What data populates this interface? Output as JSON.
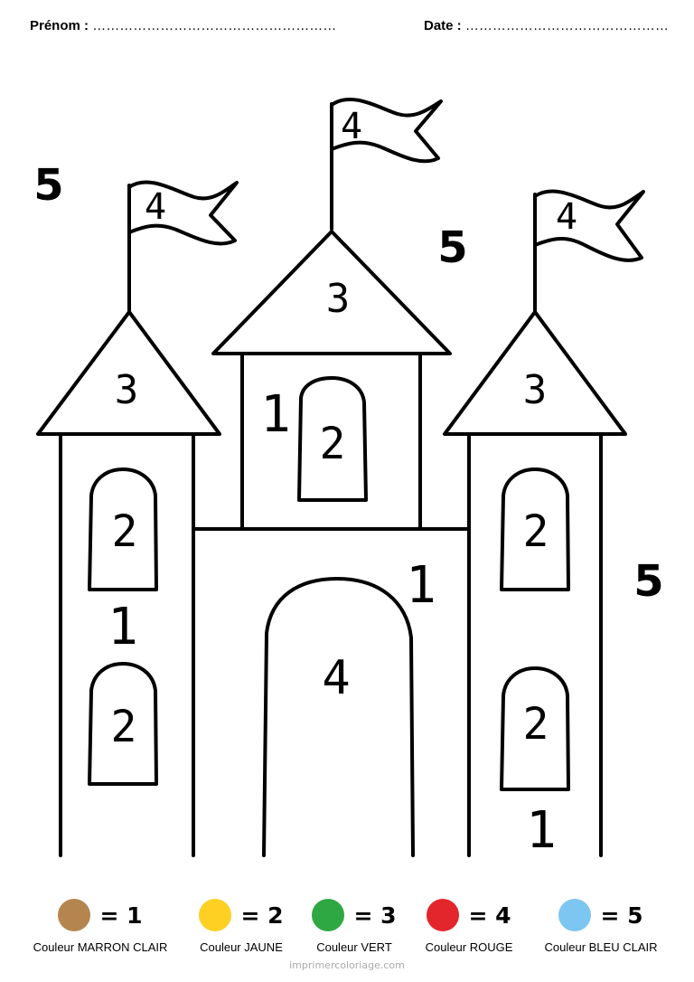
{
  "header": {
    "prenom_label": "Prénom :",
    "prenom_dots": "………………………………………………",
    "date_label": "Date :",
    "date_dots": "………………………………………"
  },
  "regions": {
    "sky_top_left": "5",
    "sky_top_middle": "5",
    "sky_right": "5",
    "flag_left": "4",
    "flag_center": "4",
    "flag_right": "4",
    "roof_left": "3",
    "roof_center": "3",
    "roof_right": "3",
    "wall_center_top": "1",
    "window_center_top": "2",
    "window_left_upper": "2",
    "window_left_lower": "2",
    "wall_left": "1",
    "window_right_upper": "2",
    "window_right_lower": "2",
    "wall_right": "1",
    "wall_main": "1",
    "door": "4"
  },
  "legend": [
    {
      "color": "#b5854f",
      "equals": "= 1",
      "name": "Couleur MARRON CLAIR"
    },
    {
      "color": "#fdd023",
      "equals": "= 2",
      "name": "Couleur JAUNE"
    },
    {
      "color": "#2ea843",
      "equals": "= 3",
      "name": "Couleur VERT"
    },
    {
      "color": "#e3262b",
      "equals": "= 4",
      "name": "Couleur ROUGE"
    },
    {
      "color": "#7dc6f1",
      "equals": "= 5",
      "name": "Couleur BLEU CLAIR"
    }
  ],
  "footer": "imprimercoloriage.com"
}
